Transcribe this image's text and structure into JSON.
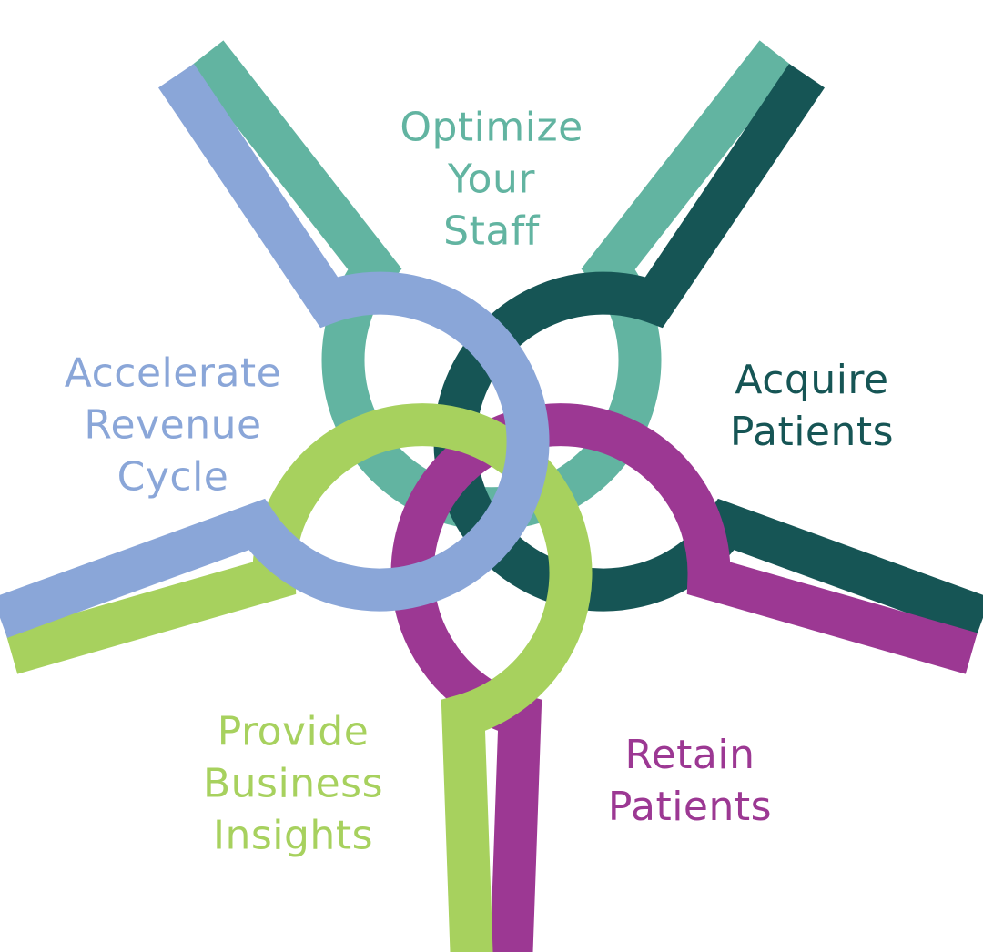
{
  "petals": [
    {
      "id": "optimize-your-staff",
      "lines": [
        "Optimize",
        "Your",
        "Staff"
      ],
      "color": "#62b4a1"
    },
    {
      "id": "acquire-patients",
      "lines": [
        "Acquire",
        "Patients"
      ],
      "color": "#165555"
    },
    {
      "id": "retain-patients",
      "lines": [
        "Retain",
        "Patients"
      ],
      "color": "#9c3893"
    },
    {
      "id": "provide-business-insights",
      "lines": [
        "Provide",
        "Business",
        "Insights"
      ],
      "color": "#a7d15e"
    },
    {
      "id": "accelerate-revenue-cycle",
      "lines": [
        "Accelerate",
        "Revenue",
        "Cycle"
      ],
      "color": "#8aa6d8"
    }
  ]
}
